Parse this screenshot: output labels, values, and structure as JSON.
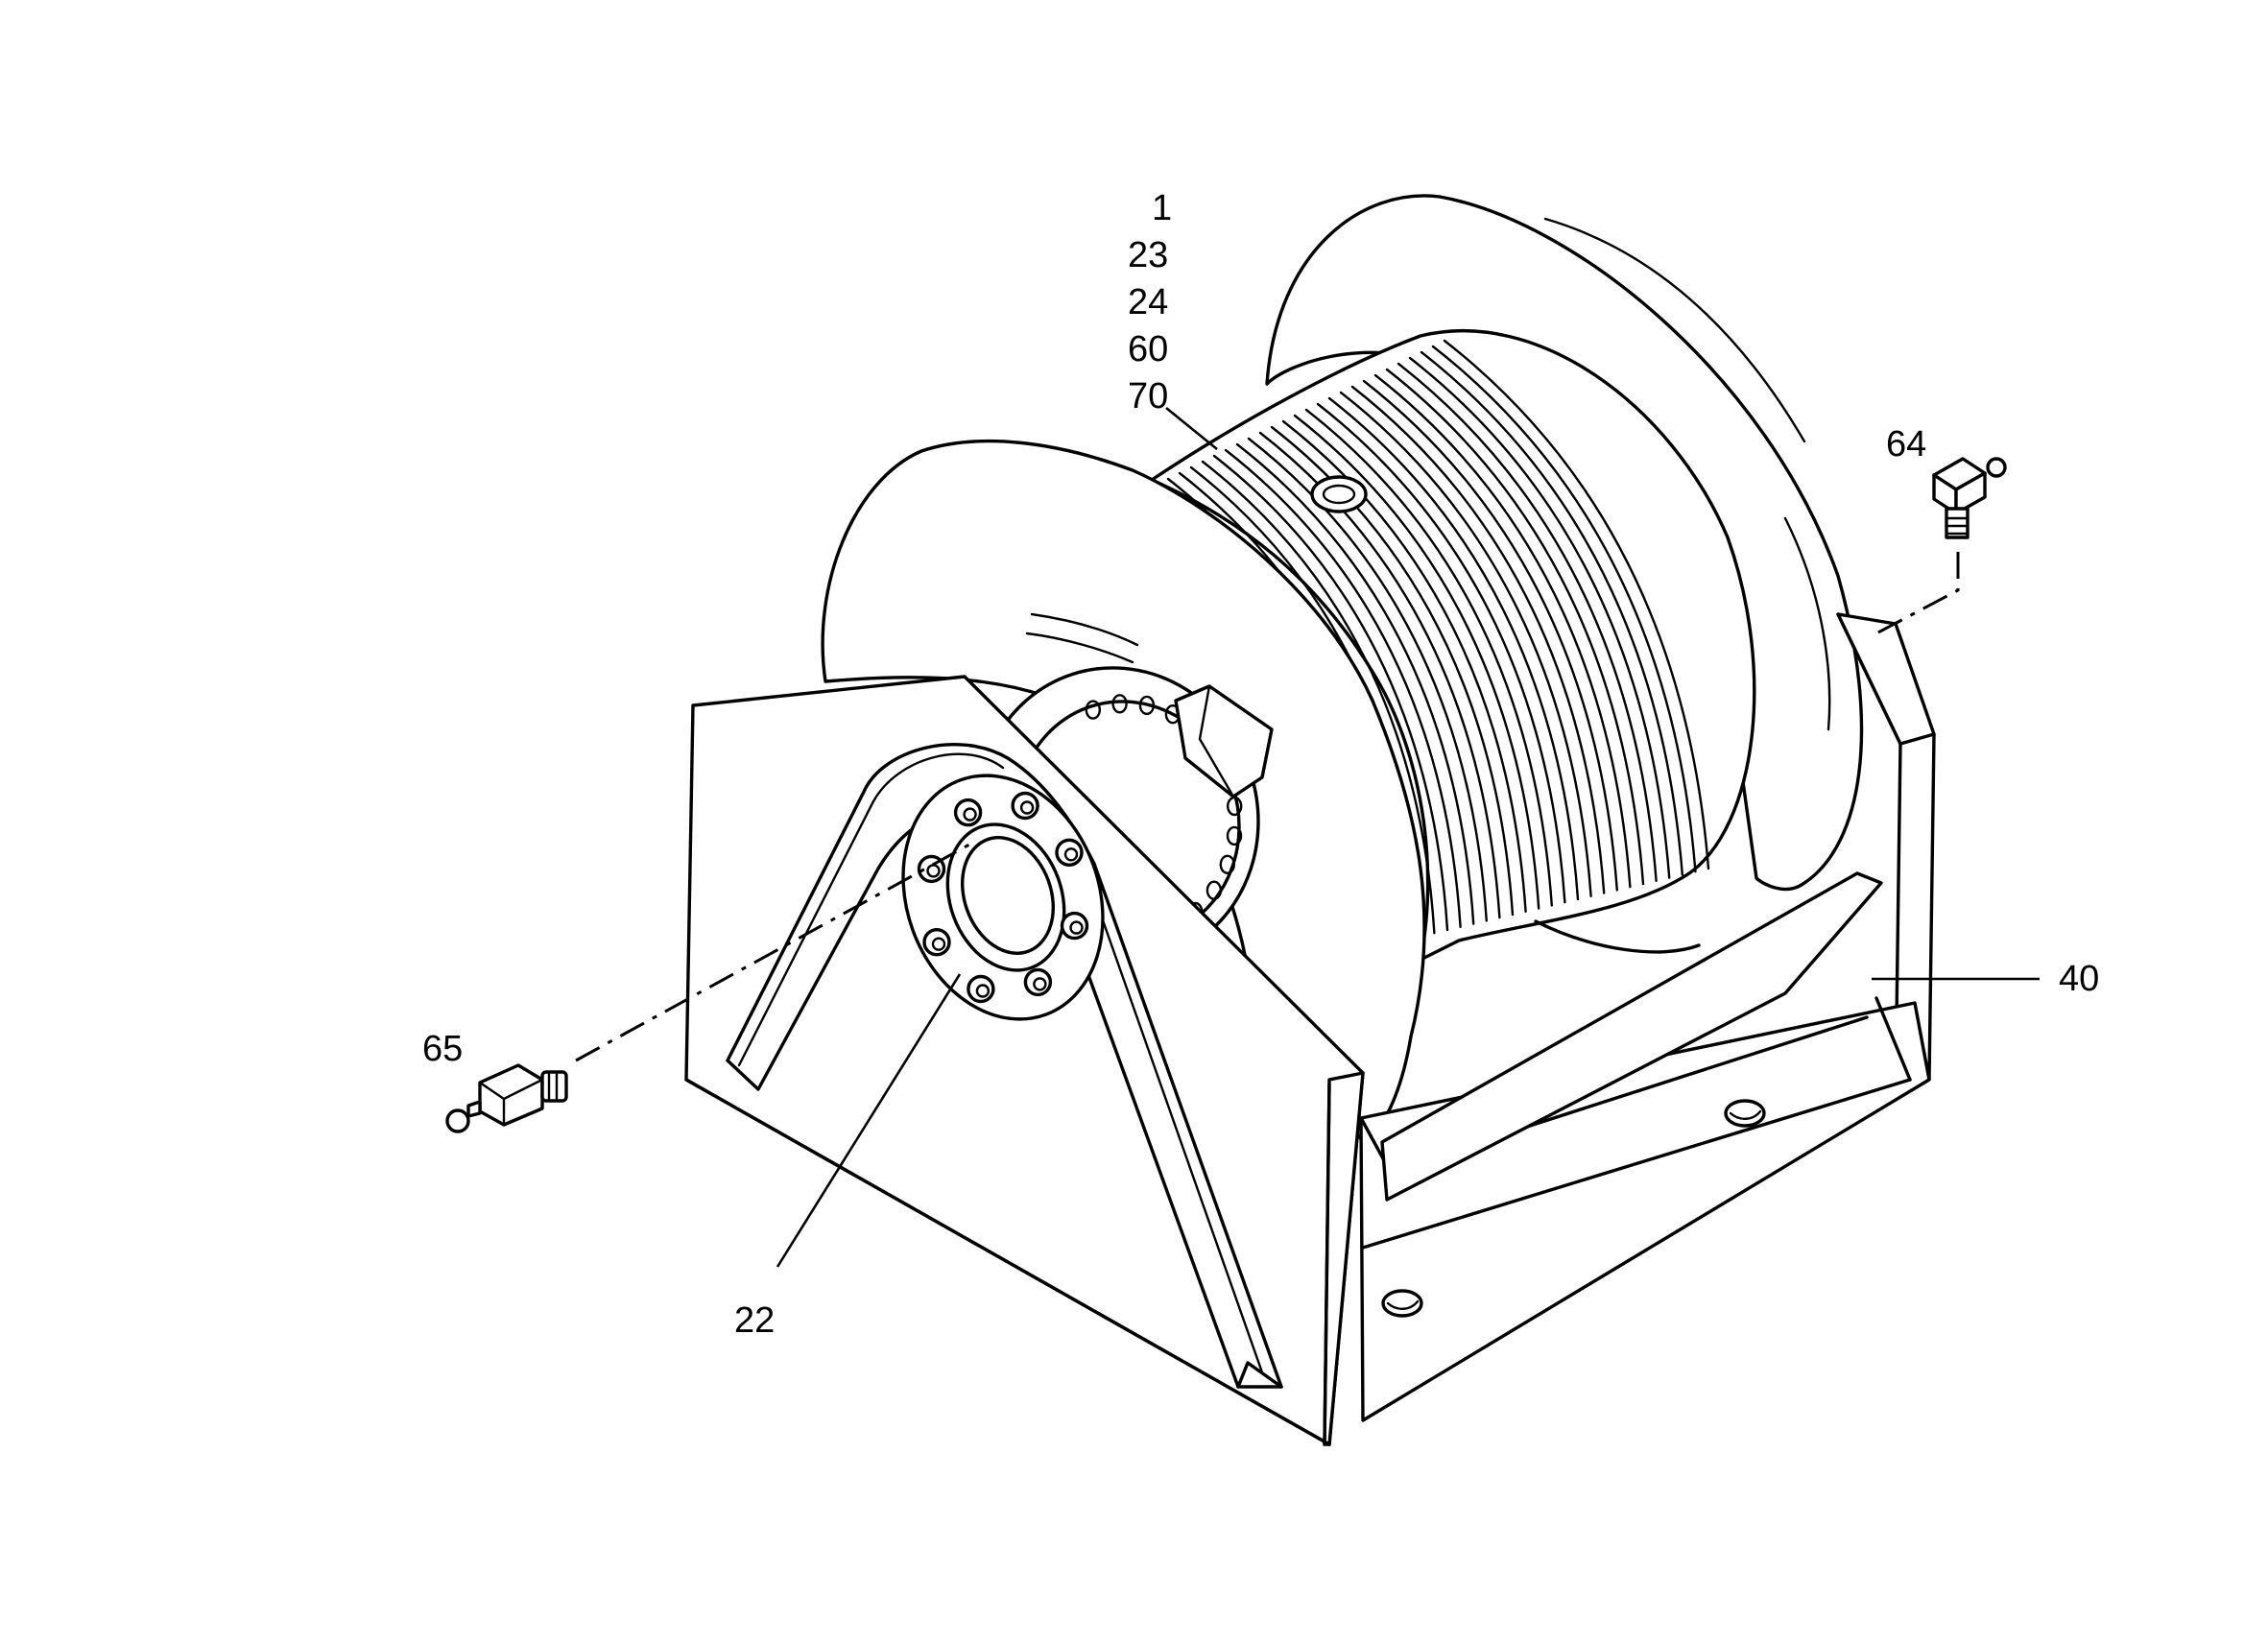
{
  "diagram": {
    "callouts": {
      "c1": "1",
      "c23": "23",
      "c24": "24",
      "c60": "60",
      "c70": "70",
      "c64": "64",
      "c40": "40",
      "c65": "65",
      "c22": "22"
    }
  }
}
